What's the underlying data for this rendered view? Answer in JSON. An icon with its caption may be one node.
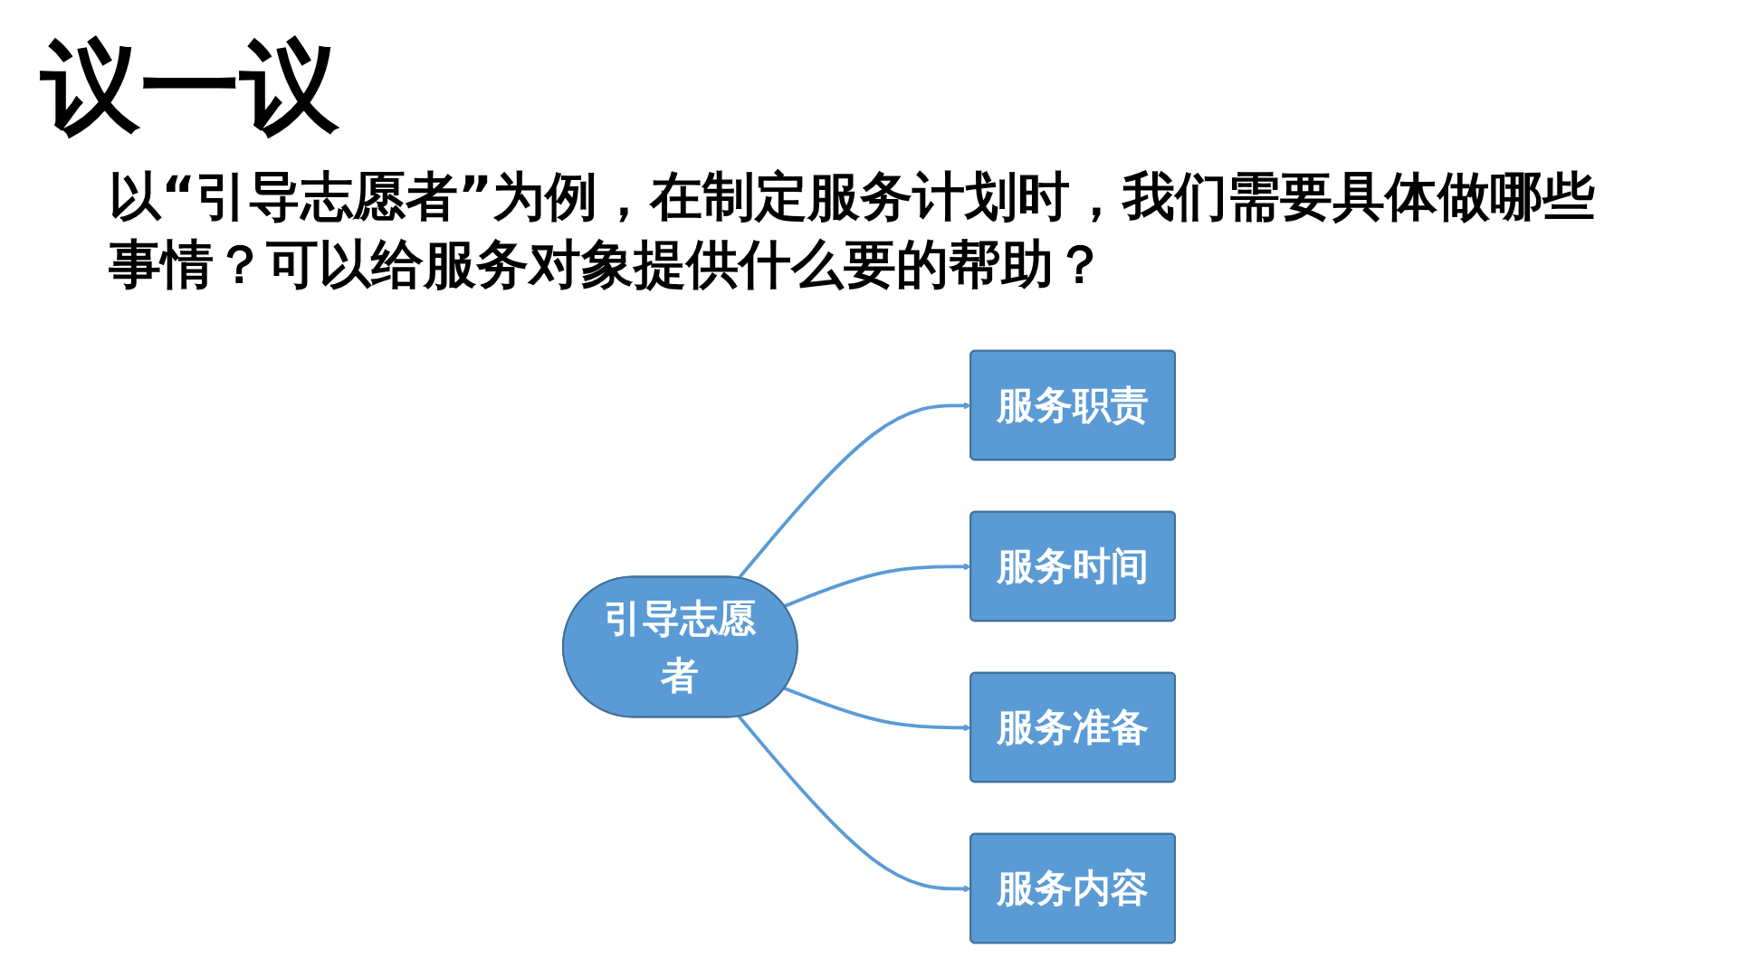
{
  "diagram": {
    "title": "议一议",
    "nodes": [
      {
        "text": [
          "服务职责"
        ]
      },
      {
        "text": [
          "服务时间"
        ]
      },
      {
        "text": [
          "引导志愿者"
        ]
      },
      {
        "text": [
          "服务准备"
        ]
      },
      {
        "text": [
          "服务内容"
        ]
      }
    ],
    "edges": [
      {
        "from": 2,
        "to": 0,
        "arrow": "to"
      },
      {
        "from": 2,
        "to": 1,
        "arrow": "to"
      },
      {
        "from": 2,
        "to": 3,
        "arrow": "to"
      },
      {
        "from": 2,
        "to": 4,
        "arrow": "to"
      }
    ],
    "labels": [
      "以“引导志愿者”为例，在制定服务计划时，我们需要具体做哪些事情？可以给服务对象提供什么要的帮助？"
    ]
  }
}
